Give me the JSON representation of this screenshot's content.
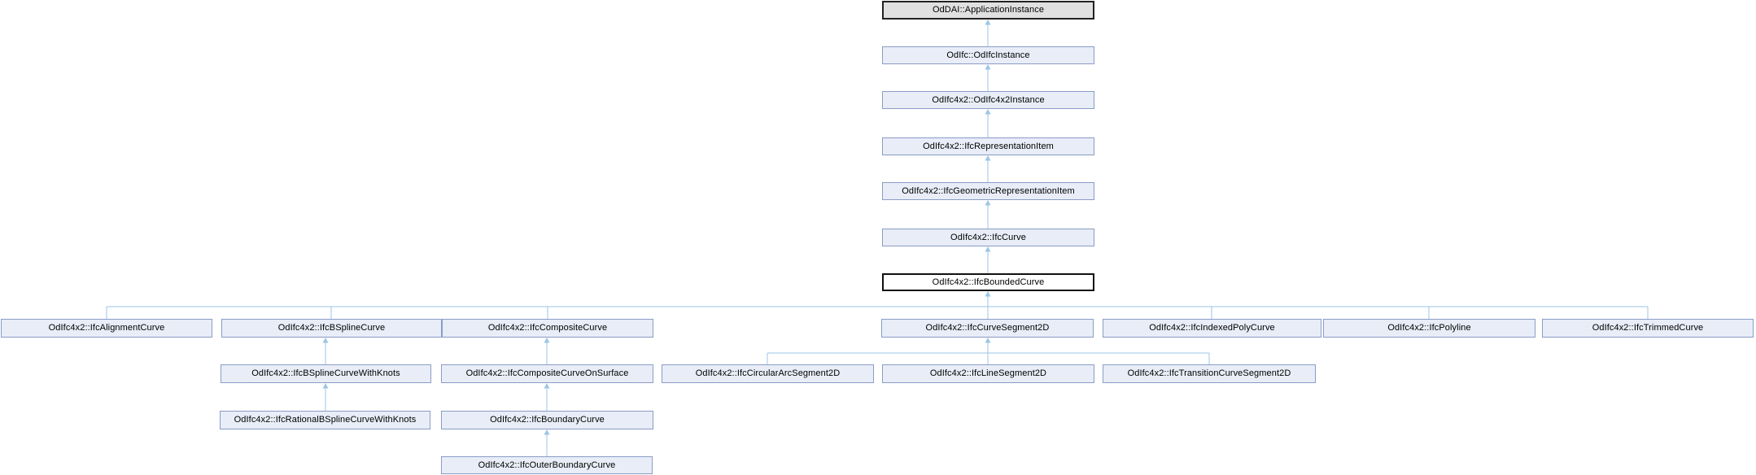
{
  "diagram": {
    "type": "class-inheritance-graph",
    "current_class": "OdIfc4x2::IfcBoundedCurve",
    "colors": {
      "background": "#ffffff",
      "node_fill": "#e8edf7",
      "node_border": "#8a9cc6",
      "external_fill": "#e0e0e0",
      "external_border": "#222222",
      "current_fill": "#ffffff",
      "current_border": "#111111",
      "edge": "#9cc6e5",
      "text": "#000000"
    },
    "nodes": [
      {
        "id": "app-instance",
        "label": "OdDAI::ApplicationInstance",
        "kind": "external"
      },
      {
        "id": "odifc-instance",
        "label": "OdIfc::OdIfcInstance",
        "kind": "normal"
      },
      {
        "id": "odifc4x2-instance",
        "label": "OdIfc4x2::OdIfc4x2Instance",
        "kind": "normal"
      },
      {
        "id": "representation-item",
        "label": "OdIfc4x2::IfcRepresentationItem",
        "kind": "normal"
      },
      {
        "id": "geometric-representation-item",
        "label": "OdIfc4x2::IfcGeometricRepresentationItem",
        "kind": "normal"
      },
      {
        "id": "curve",
        "label": "OdIfc4x2::IfcCurve",
        "kind": "normal"
      },
      {
        "id": "bounded-curve",
        "label": "OdIfc4x2::IfcBoundedCurve",
        "kind": "current"
      },
      {
        "id": "alignment-curve",
        "label": "OdIfc4x2::IfcAlignmentCurve",
        "kind": "normal"
      },
      {
        "id": "bspline-curve",
        "label": "OdIfc4x2::IfcBSplineCurve",
        "kind": "normal"
      },
      {
        "id": "composite-curve",
        "label": "OdIfc4x2::IfcCompositeCurve",
        "kind": "normal"
      },
      {
        "id": "curve-segment-2d",
        "label": "OdIfc4x2::IfcCurveSegment2D",
        "kind": "normal"
      },
      {
        "id": "indexed-poly-curve",
        "label": "OdIfc4x2::IfcIndexedPolyCurve",
        "kind": "normal"
      },
      {
        "id": "polyline",
        "label": "OdIfc4x2::IfcPolyline",
        "kind": "normal"
      },
      {
        "id": "trimmed-curve",
        "label": "OdIfc4x2::IfcTrimmedCurve",
        "kind": "normal"
      },
      {
        "id": "bspline-curve-with-knots",
        "label": "OdIfc4x2::IfcBSplineCurveWithKnots",
        "kind": "normal"
      },
      {
        "id": "composite-curve-on-surface",
        "label": "OdIfc4x2::IfcCompositeCurveOnSurface",
        "kind": "normal"
      },
      {
        "id": "circular-arc-segment-2d",
        "label": "OdIfc4x2::IfcCircularArcSegment2D",
        "kind": "normal"
      },
      {
        "id": "line-segment-2d",
        "label": "OdIfc4x2::IfcLineSegment2D",
        "kind": "normal"
      },
      {
        "id": "transition-curve-segment-2d",
        "label": "OdIfc4x2::IfcTransitionCurveSegment2D",
        "kind": "normal"
      },
      {
        "id": "rational-bspline-curve-with-knots",
        "label": "OdIfc4x2::IfcRationalBSplineCurveWithKnots",
        "kind": "normal"
      },
      {
        "id": "boundary-curve",
        "label": "OdIfc4x2::IfcBoundaryCurve",
        "kind": "normal"
      },
      {
        "id": "outer-boundary-curve",
        "label": "OdIfc4x2::IfcOuterBoundaryCurve",
        "kind": "normal"
      }
    ],
    "edges_derived_to_base": [
      [
        "odifc-instance",
        "app-instance"
      ],
      [
        "odifc4x2-instance",
        "odifc-instance"
      ],
      [
        "representation-item",
        "odifc4x2-instance"
      ],
      [
        "geometric-representation-item",
        "representation-item"
      ],
      [
        "curve",
        "geometric-representation-item"
      ],
      [
        "bounded-curve",
        "curve"
      ],
      [
        "alignment-curve",
        "bounded-curve"
      ],
      [
        "bspline-curve",
        "bounded-curve"
      ],
      [
        "composite-curve",
        "bounded-curve"
      ],
      [
        "curve-segment-2d",
        "bounded-curve"
      ],
      [
        "indexed-poly-curve",
        "bounded-curve"
      ],
      [
        "polyline",
        "bounded-curve"
      ],
      [
        "trimmed-curve",
        "bounded-curve"
      ],
      [
        "bspline-curve-with-knots",
        "bspline-curve"
      ],
      [
        "composite-curve-on-surface",
        "composite-curve"
      ],
      [
        "circular-arc-segment-2d",
        "curve-segment-2d"
      ],
      [
        "line-segment-2d",
        "curve-segment-2d"
      ],
      [
        "transition-curve-segment-2d",
        "curve-segment-2d"
      ],
      [
        "rational-bspline-curve-with-knots",
        "bspline-curve-with-knots"
      ],
      [
        "boundary-curve",
        "composite-curve-on-surface"
      ],
      [
        "outer-boundary-curve",
        "boundary-curve"
      ]
    ]
  }
}
